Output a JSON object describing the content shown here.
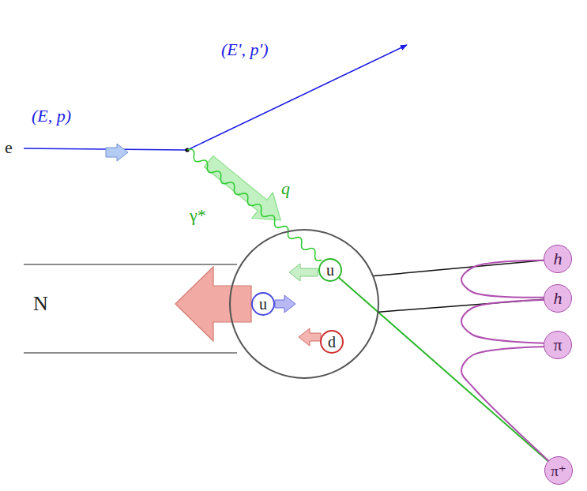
{
  "diagram": {
    "nodes": [
      {
        "text": [
          "N"
        ]
      },
      {
        "text": [
          "u"
        ],
        "in": 0
      },
      {
        "text": [
          "u"
        ],
        "in": 0
      },
      {
        "text": [
          "d"
        ],
        "in": 0
      },
      {
        "text": [
          "h"
        ]
      },
      {
        "text": [
          "h"
        ]
      },
      {
        "text": [
          "π"
        ]
      },
      {
        "text": [
          "π⁺"
        ]
      }
    ],
    "edges": [
      {
        "from": 1,
        "to": 7,
        "arrow": "none"
      },
      {
        "from": 0,
        "to": 4,
        "arrow": "none"
      },
      {
        "from": 0,
        "to": 5,
        "arrow": "none"
      },
      {
        "from": 4,
        "to": 5,
        "arrow": "none"
      },
      {
        "from": 5,
        "to": 6,
        "arrow": "none"
      },
      {
        "from": 6,
        "to": 7,
        "arrow": "none"
      }
    ],
    "labels": [
      "e",
      "(E, p)",
      "(E', p')",
      "γ*",
      "q"
    ]
  }
}
